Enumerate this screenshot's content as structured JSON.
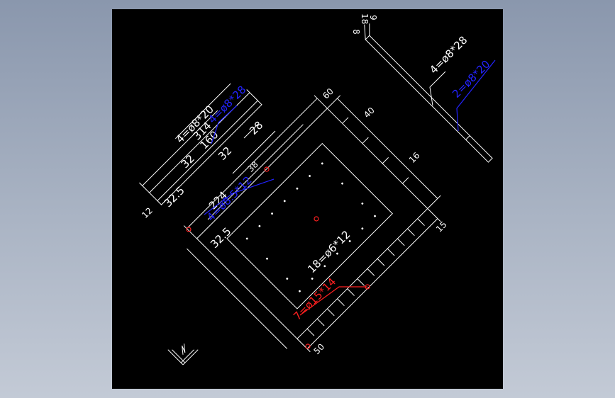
{
  "colors": {
    "background": "#000000",
    "desktop": "#9aa5b8",
    "white_annotation": "#ffffff",
    "blue_annotation": "#2323ff",
    "red_annotation": "#ff2020"
  },
  "notes": {
    "white_hole_small": "4=ø8*20",
    "white_hole_side": "4=ø8*28",
    "white_hole_grid": "18=ø6*12",
    "blue_hole_a": "4=ø8*28",
    "blue_hole_b": "2=ø8*20",
    "blue_hole_c": "4=ø8.5*12",
    "red_hole": "7=ø15*14"
  },
  "dimensions": {
    "d314": "314",
    "d160": "160",
    "d224": "224",
    "d32a": "32",
    "d32b": "32",
    "d28": "28",
    "d38": "38",
    "d32_5a": "32.5",
    "d32_5b": "32.5",
    "d18": "18",
    "d8": "8",
    "d9": "9",
    "d50": "50",
    "d40": "40",
    "d60": "60",
    "d15": "15",
    "d12": "12",
    "d16": "16"
  },
  "icons": {
    "ucs": "ucs-axis-icon"
  }
}
